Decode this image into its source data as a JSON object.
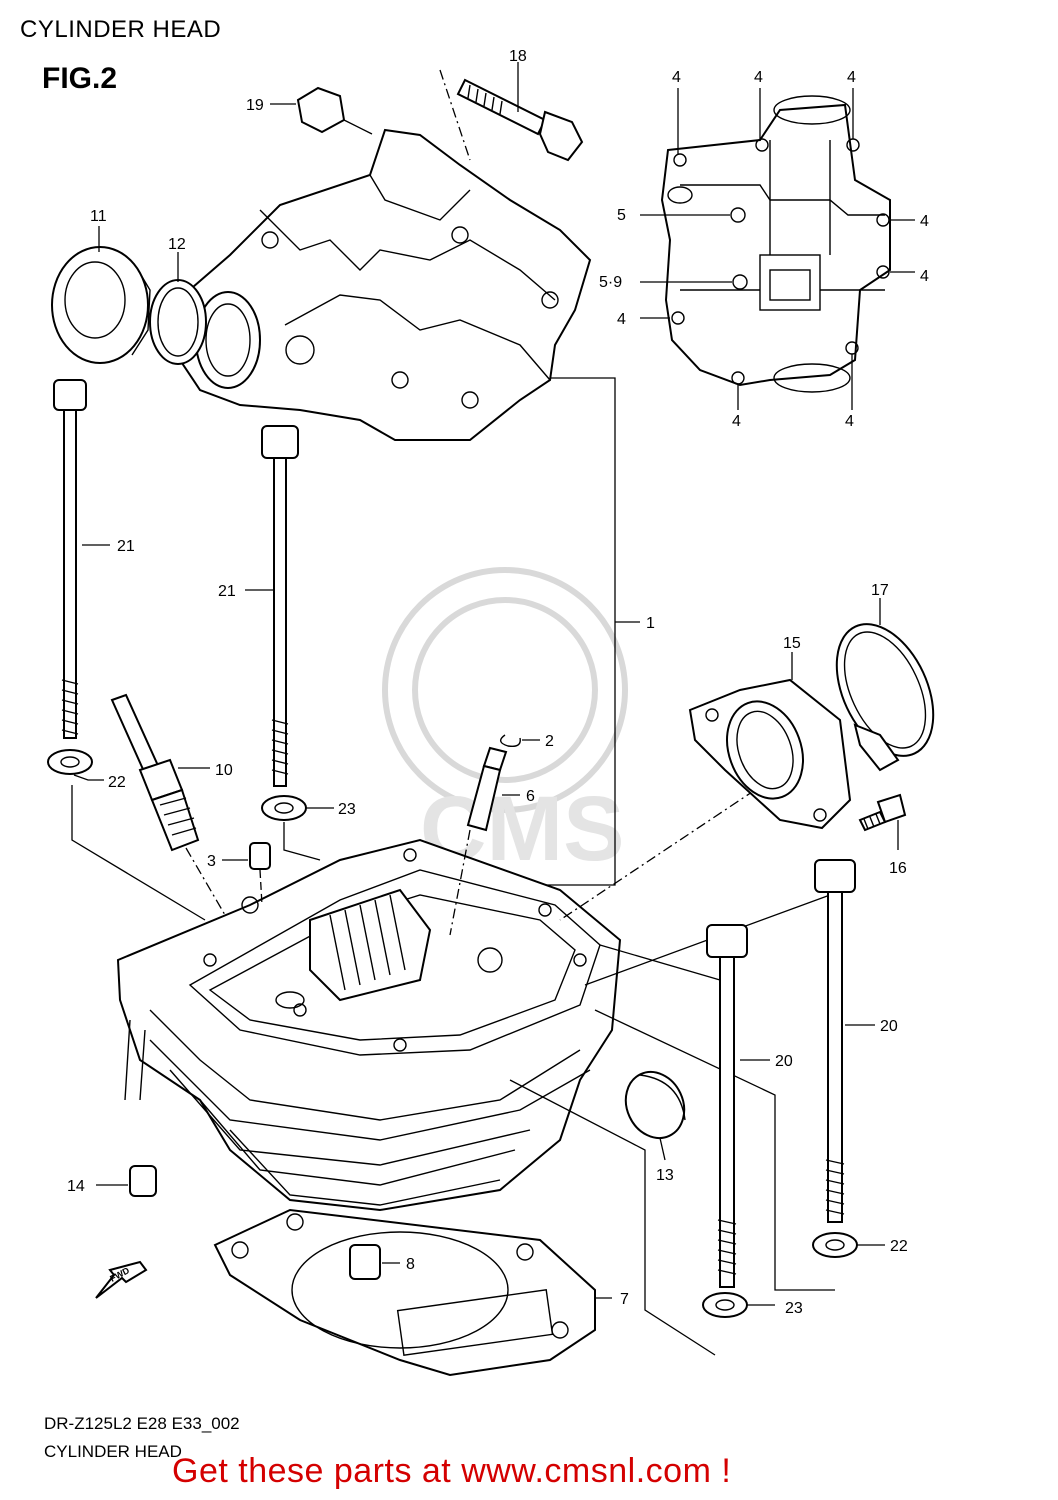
{
  "header": {
    "title": "CYLINDER HEAD"
  },
  "figure": {
    "label": "FIG.2"
  },
  "parts": [
    {
      "id": "p18",
      "num": "18"
    },
    {
      "id": "p19",
      "num": "19"
    },
    {
      "id": "p11",
      "num": "11"
    },
    {
      "id": "p12",
      "num": "12"
    },
    {
      "id": "p21a",
      "num": "21"
    },
    {
      "id": "p21b",
      "num": "21"
    },
    {
      "id": "p1",
      "num": "1"
    },
    {
      "id": "p2",
      "num": "2"
    },
    {
      "id": "p6",
      "num": "6"
    },
    {
      "id": "p10",
      "num": "10"
    },
    {
      "id": "p22a",
      "num": "22"
    },
    {
      "id": "p23a",
      "num": "23"
    },
    {
      "id": "p3",
      "num": "3"
    },
    {
      "id": "p17",
      "num": "17"
    },
    {
      "id": "p15",
      "num": "15"
    },
    {
      "id": "p16",
      "num": "16"
    },
    {
      "id": "p20a",
      "num": "20"
    },
    {
      "id": "p20b",
      "num": "20"
    },
    {
      "id": "p13",
      "num": "13"
    },
    {
      "id": "p14",
      "num": "14"
    },
    {
      "id": "p8",
      "num": "8"
    },
    {
      "id": "p7",
      "num": "7"
    },
    {
      "id": "p22b",
      "num": "22"
    },
    {
      "id": "p23b",
      "num": "23"
    },
    {
      "id": "p5",
      "num": "5"
    },
    {
      "id": "p59",
      "num": "5·9"
    },
    {
      "id": "p4a",
      "num": "4"
    },
    {
      "id": "p4b",
      "num": "4"
    },
    {
      "id": "p4c",
      "num": "4"
    },
    {
      "id": "p4d",
      "num": "4"
    },
    {
      "id": "p4e",
      "num": "4"
    },
    {
      "id": "p4f",
      "num": "4"
    },
    {
      "id": "p4g",
      "num": "4"
    },
    {
      "id": "p4h",
      "num": "4"
    }
  ],
  "arrow": {
    "label": "FWD"
  },
  "watermark": {
    "text": "CMS"
  },
  "footer": {
    "code": "DR-Z125L2 E28 E33_002",
    "name": "CYLINDER HEAD",
    "promo": "Get these parts at www.cmsnl.com !"
  }
}
